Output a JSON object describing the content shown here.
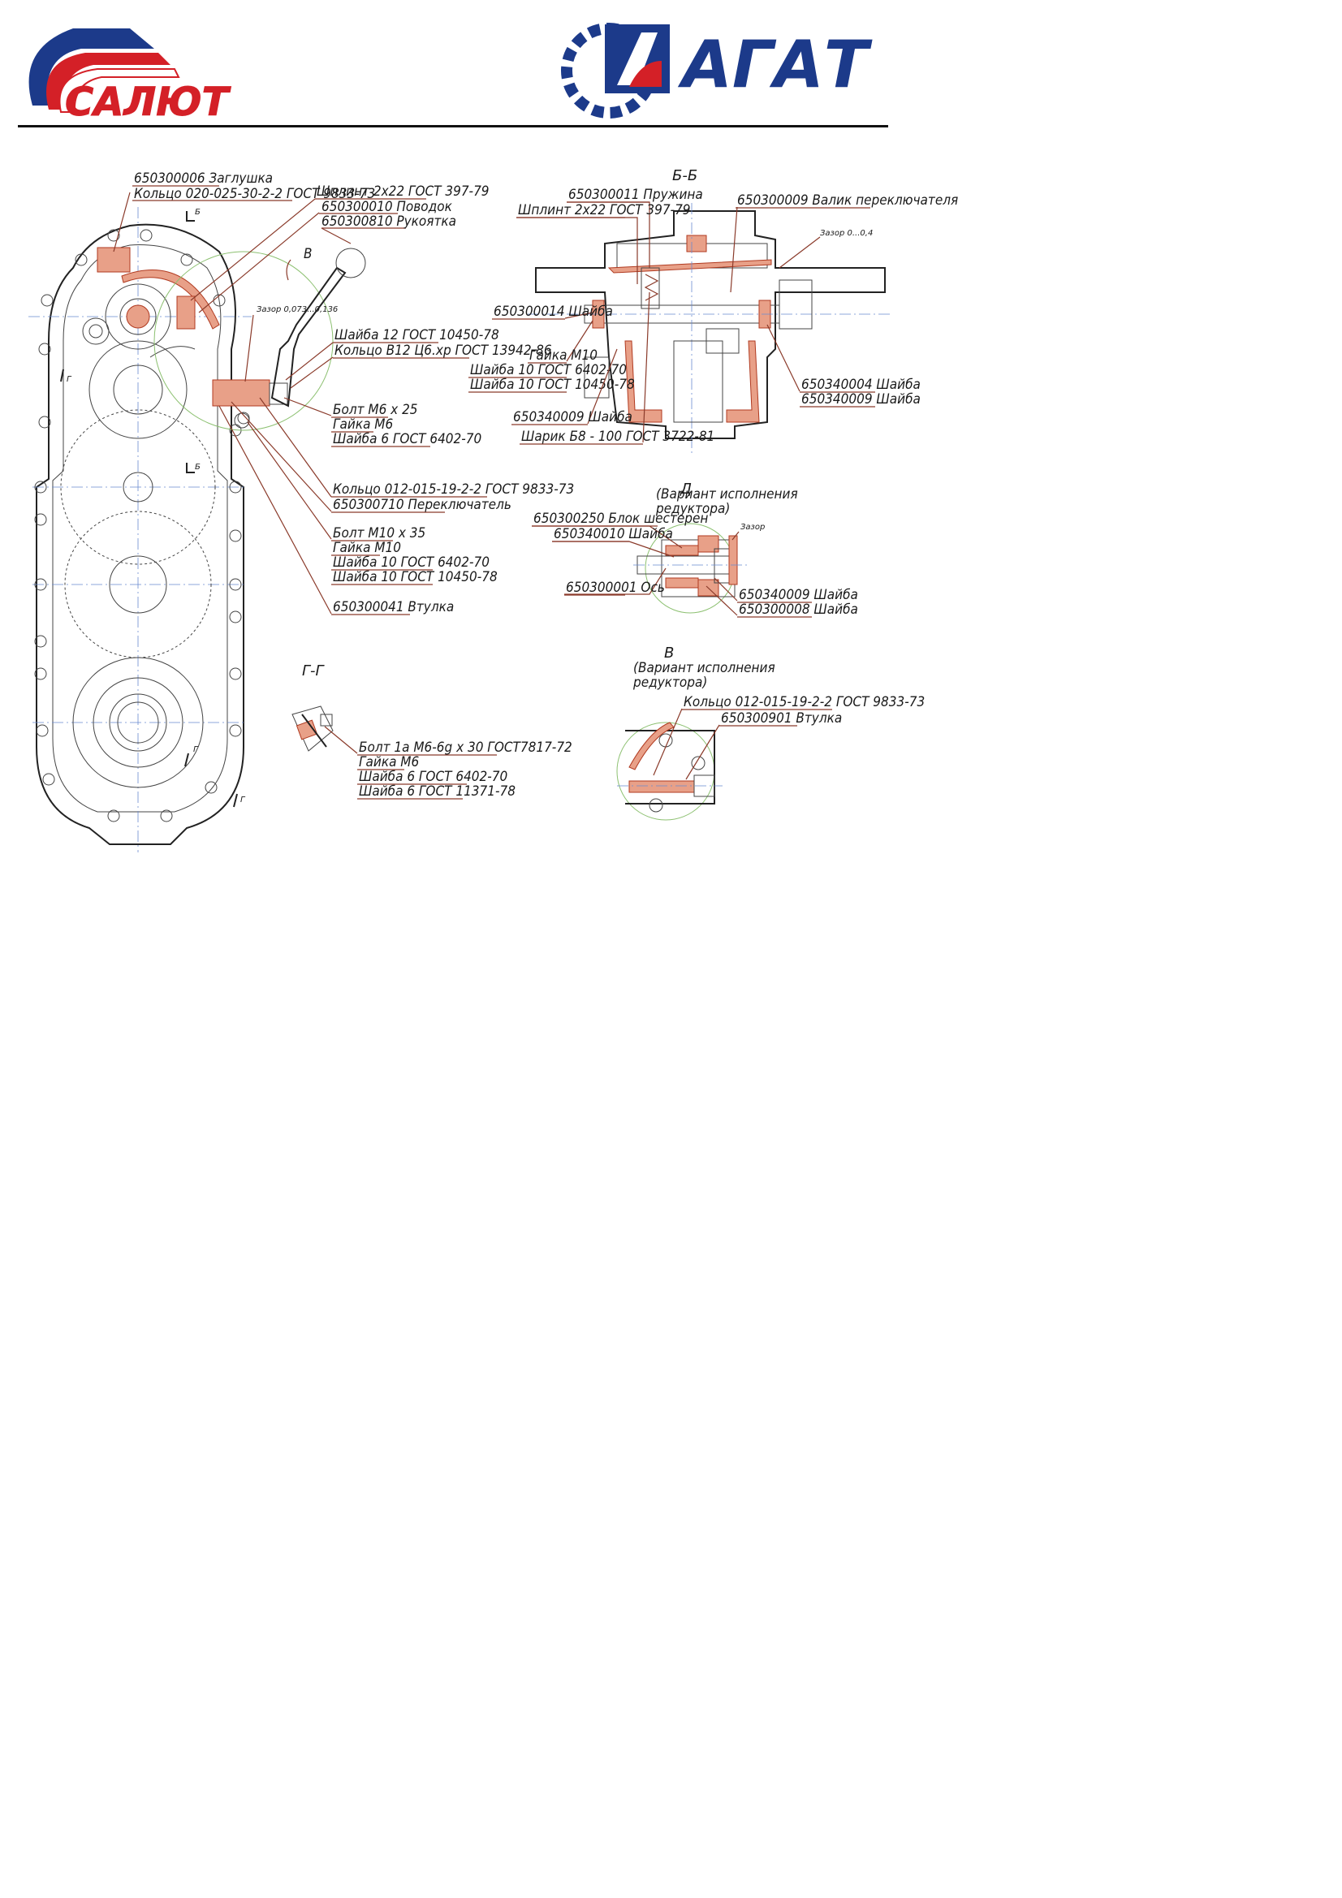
{
  "logos": {
    "left": {
      "text": "САЛЮТ",
      "colors": {
        "blue": "#1c3a8a",
        "red": "#d42027"
      }
    },
    "right": {
      "text": "АГАТ",
      "colors": {
        "blue": "#1c3a8a",
        "red": "#d42027"
      }
    }
  },
  "main_view": {
    "labels": [
      "650300006 Заглушка",
      "Кольцо 020-025-30-2-2 ГОСТ 9833-73",
      "Шплинт 2х22 ГОСТ 397-79",
      "650300010 Поводок",
      "650300810 Рукоятка",
      "Шайба 12 ГОСТ 10450-78",
      "Кольцо В12 Ц6.хр ГОСТ 13942-86",
      "Болт М6 х 25",
      "Гайка М6",
      "Шайба 6  ГОСТ 6402-70",
      "Кольцо 012-015-19-2-2 ГОСТ 9833-73",
      "650300710 Переключатель",
      "Болт М10 х 35",
      "Гайка М10",
      "Шайба 10 ГОСТ 6402-70",
      "Шайба 10 ГОСТ 10450-78",
      "650300041 Втулка"
    ],
    "view_b": "В",
    "section_b": "Б",
    "section_g": "Г",
    "gap": "Зазор 0,073...0,136"
  },
  "section_bb": {
    "title": "Б-Б",
    "labels": [
      "650300011 Пружина",
      "Шплинт 2х22 ГОСТ 397-79",
      "650300009 Валик переключателя",
      "650300014 Шайба",
      "Гайка М10",
      "Шайба 10 ГОСТ 6402-70",
      "Шайба 10 ГОСТ 10450-78",
      "650340009 Шайба",
      "Шарик Б8 - 100 ГОСТ 3722-81",
      "650340004 Шайба",
      "650340009 Шайба"
    ],
    "gap": "Зазор 0...0,4"
  },
  "view_d": {
    "title": "Д",
    "subtitle_1": "(Вариант исполнения",
    "subtitle_2": "редуктора)",
    "labels": [
      "650300250 Блок шестерен",
      "650340010 Шайба",
      "650300001 Ось",
      "650340009 Шайба",
      "650300008 Шайба"
    ],
    "gap": "Зазор"
  },
  "section_gg": {
    "title": "Г-Г",
    "labels": [
      "Болт 1а М6-6g х 30 ГОСТ7817-72",
      "Гайка М6",
      "Шайба 6  ГОСТ 6402-70",
      "Шайба 6 ГОСТ 11371-78"
    ]
  },
  "view_v": {
    "title": "В",
    "subtitle_1": "(Вариант исполнения",
    "subtitle_2": "редуктора)",
    "labels": [
      "Кольцо 012-015-19-2-2 ГОСТ 9833-73",
      "650300901 Втулка"
    ]
  }
}
